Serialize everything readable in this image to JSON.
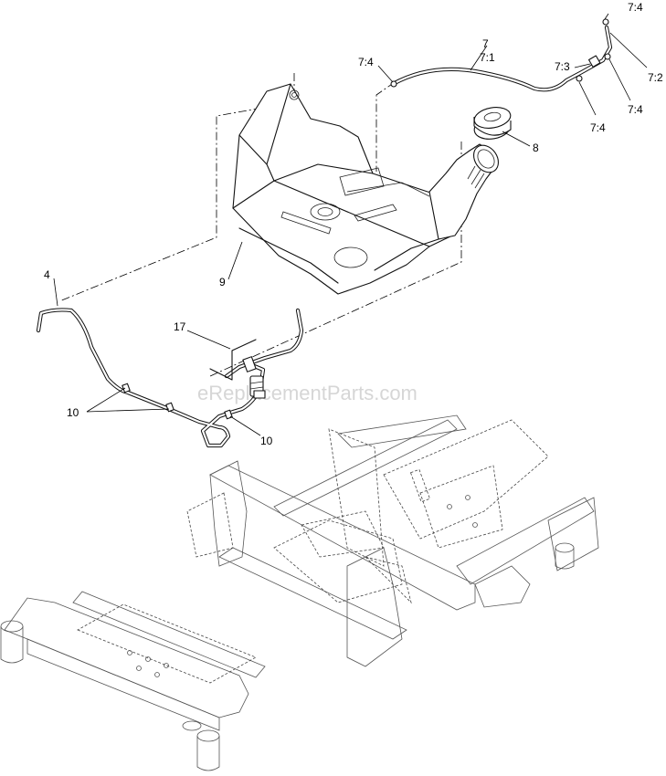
{
  "watermark": "eReplacementParts.com",
  "callouts": {
    "c_7_4_top": "7:4",
    "c_7": "7",
    "c_7_1": "7:1",
    "c_7_4_left": "7:4",
    "c_7_3": "7:3",
    "c_7_2": "7:2",
    "c_7_4_right": "7:4",
    "c_7_4_bottom": "7:4",
    "c_8": "8",
    "c_9": "9",
    "c_4": "4",
    "c_17": "17",
    "c_10_left": "10",
    "c_10_right": "10"
  }
}
